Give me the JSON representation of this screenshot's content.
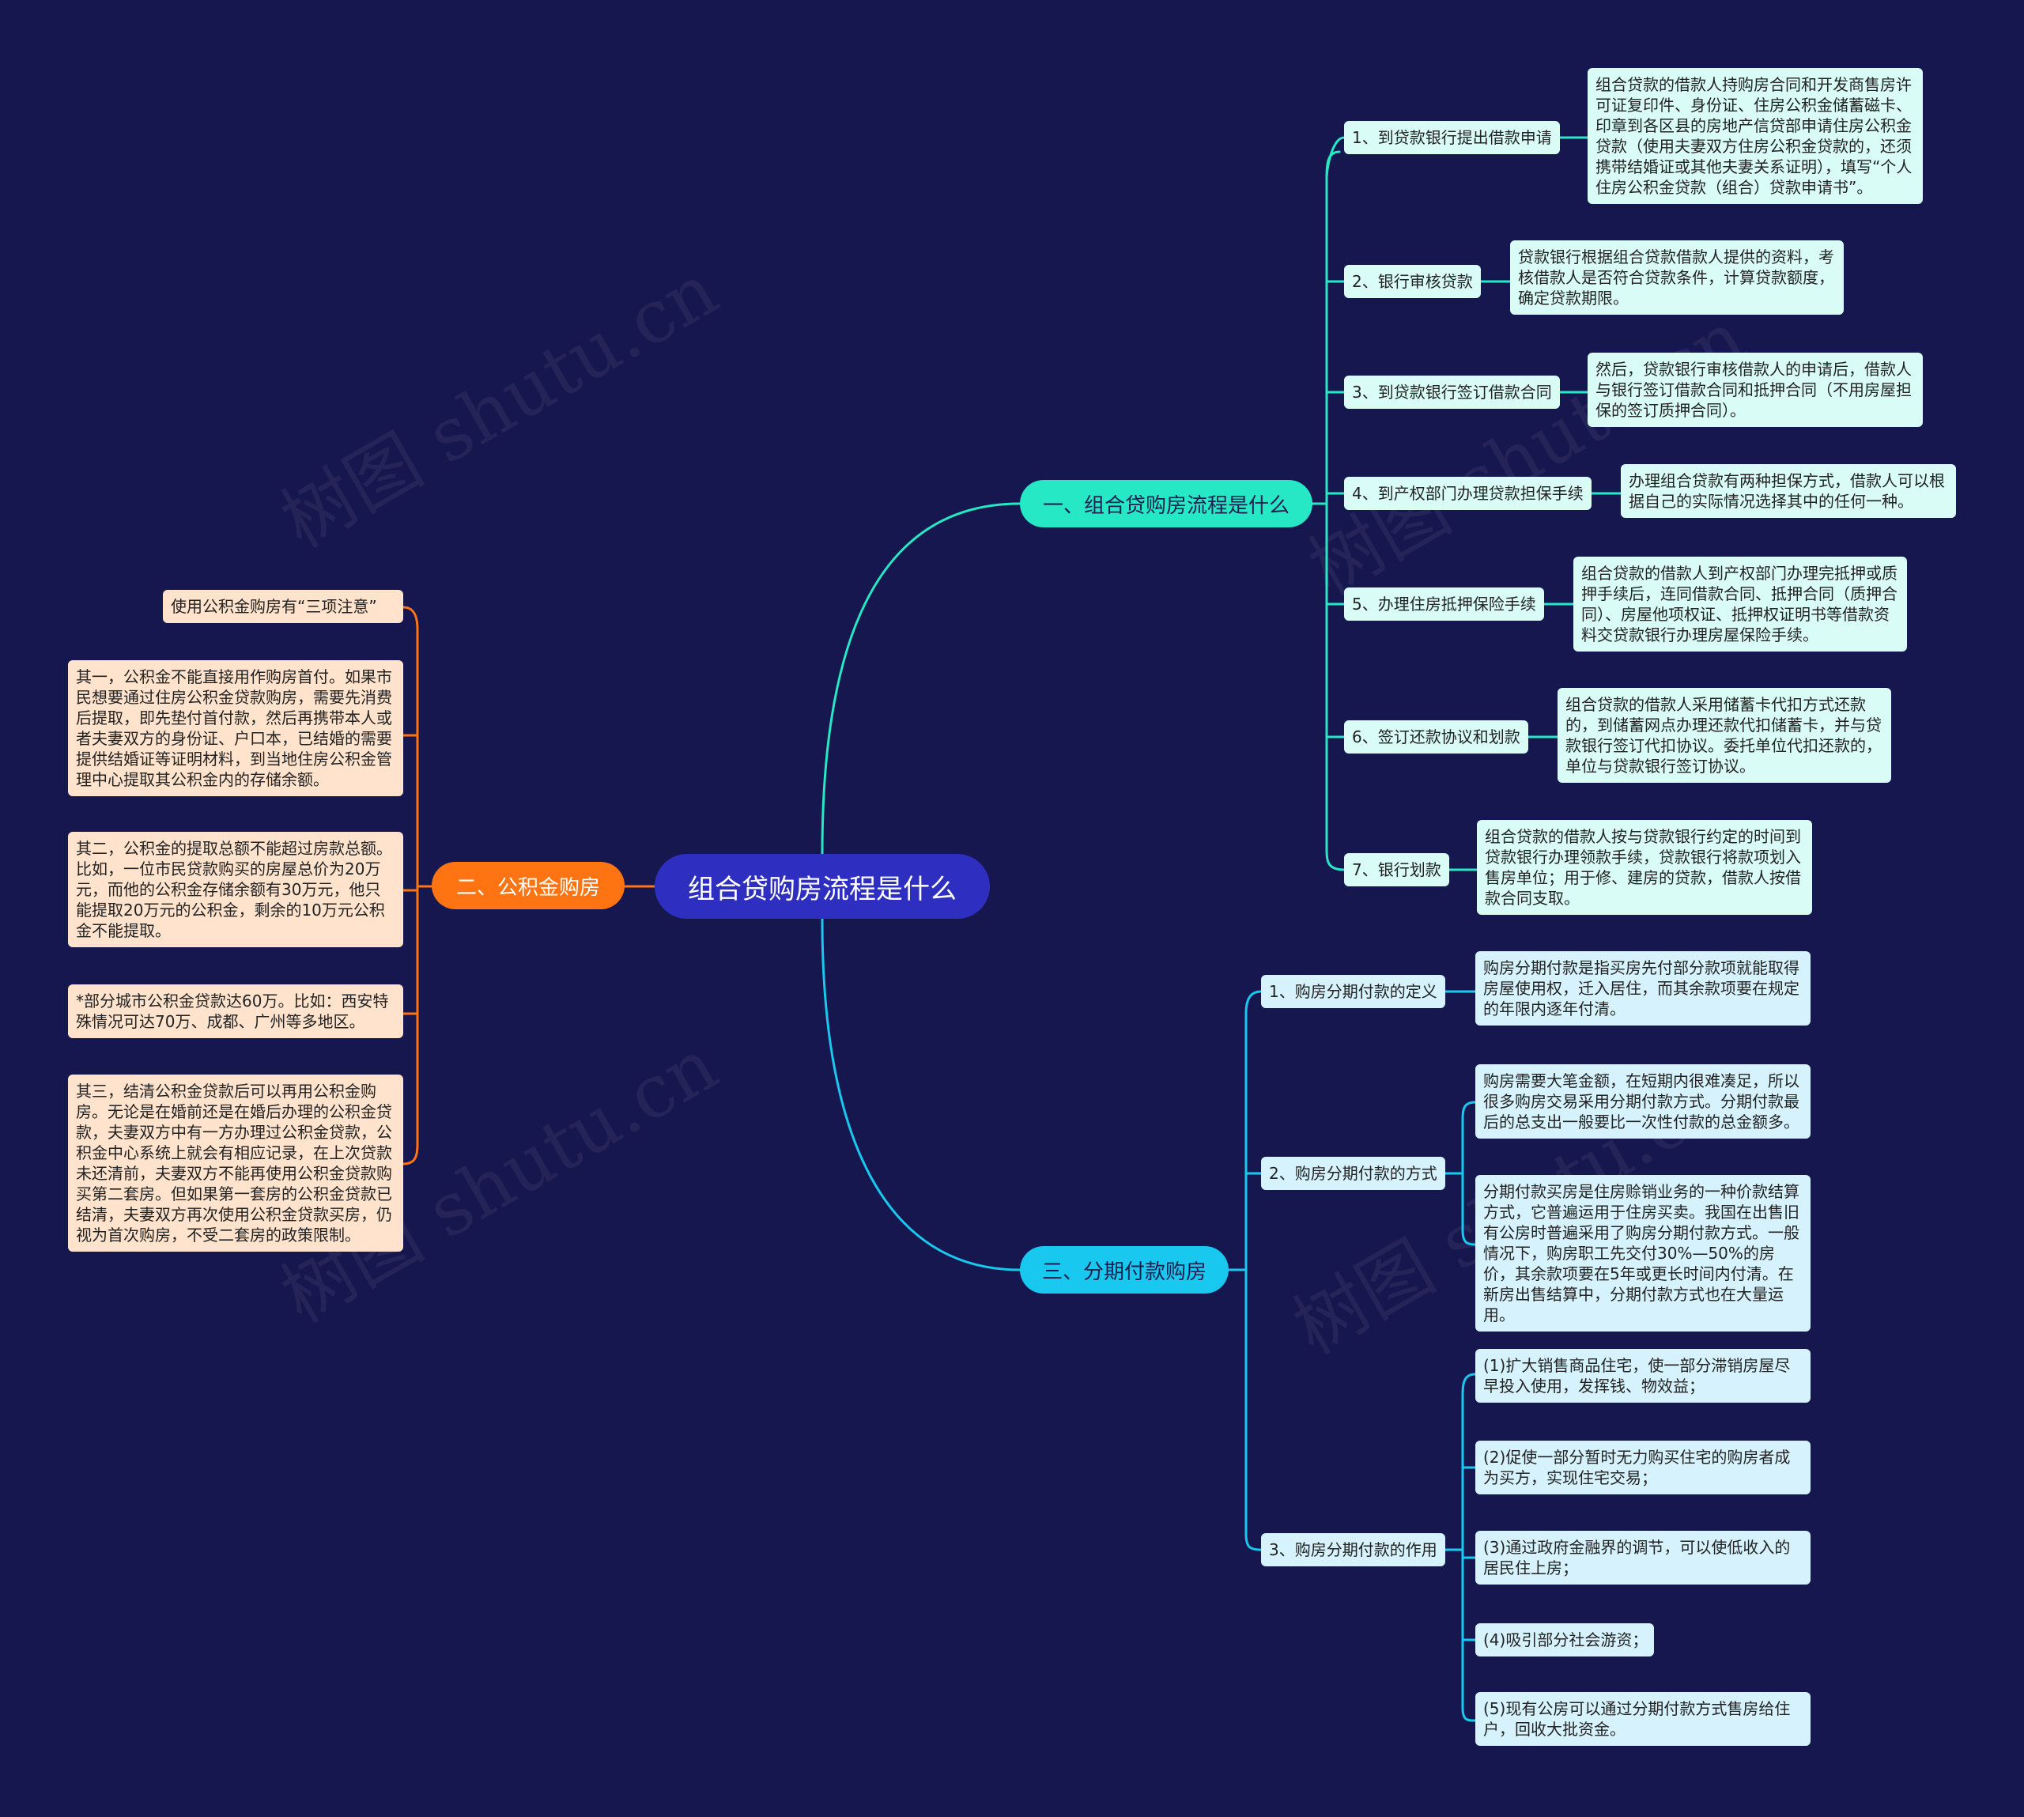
{
  "watermark": "树图 shutu.cn",
  "colors": {
    "background": "#17174f",
    "root": "#2e2fc0",
    "branch1": "#27e8c5",
    "branch2": "#ff7412",
    "branch3": "#18c8ee"
  },
  "root": {
    "label": "组合贷购房流程是什么"
  },
  "branch1": {
    "label": "一、组合贷购房流程是什么",
    "steps": [
      {
        "label": "1、到贷款银行提出借款申请",
        "detail": "组合贷款的借款人持购房合同和开发商售房许可证复印件、身份证、住房公积金储蓄磁卡、印章到各区县的房地产信贷部申请住房公积金贷款（使用夫妻双方住房公积金贷款的，还须携带结婚证或其他夫妻关系证明），填写“个人住房公积金贷款（组合）贷款申请书”。"
      },
      {
        "label": "2、银行审核贷款",
        "detail": "贷款银行根据组合贷款借款人提供的资料，考核借款人是否符合贷款条件，计算贷款额度，确定贷款期限。"
      },
      {
        "label": "3、到贷款银行签订借款合同",
        "detail": "然后，贷款银行审核借款人的申请后，借款人与银行签订借款合同和抵押合同（不用房屋担保的签订质押合同）。"
      },
      {
        "label": "4、到产权部门办理贷款担保手续",
        "detail": "办理组合贷款有两种担保方式，借款人可以根据自己的实际情况选择其中的任何一种。"
      },
      {
        "label": "5、办理住房抵押保险手续",
        "detail": "组合贷款的借款人到产权部门办理完抵押或质押手续后，连同借款合同、抵押合同（质押合同）、房屋他项权证、抵押权证明书等借款资料交贷款银行办理房屋保险手续。"
      },
      {
        "label": "6、签订还款协议和划款",
        "detail": "组合贷款的借款人采用储蓄卡代扣方式还款的，到储蓄网点办理还款代扣储蓄卡，并与贷款银行签订代扣协议。委托单位代扣还款的，单位与贷款银行签订协议。"
      },
      {
        "label": "7、银行划款",
        "detail": "组合贷款的借款人按与贷款银行约定的时间到贷款银行办理领款手续，贷款银行将款项划入售房单位；用于修、建房的贷款，借款人按借款合同支取。"
      }
    ]
  },
  "branch2": {
    "label": "二、公积金购房",
    "items": [
      "使用公积金购房有“三项注意”",
      "其一，公积金不能直接用作购房首付。如果市民想要通过住房公积金贷款购房，需要先消费后提取，即先垫付首付款，然后再携带本人或者夫妻双方的身份证、户口本，已结婚的需要提供结婚证等证明材料，到当地住房公积金管理中心提取其公积金内的存储余额。",
      "其二，公积金的提取总额不能超过房款总额。比如，一位市民贷款购买的房屋总价为20万元，而他的公积金存储余额有30万元，他只能提取20万元的公积金，剩余的10万元公积金不能提取。",
      "*部分城市公积金贷款达60万。比如：西安特殊情况可达70万、成都、广州等多地区。",
      "其三，结清公积金贷款后可以再用公积金购房。无论是在婚前还是在婚后办理的公积金贷款，夫妻双方中有一方办理过公积金贷款，公积金中心系统上就会有相应记录，在上次贷款未还清前，夫妻双方不能再使用公积金贷款购买第二套房。但如果第一套房的公积金贷款已结清，夫妻双方再次使用公积金贷款买房，仍视为首次购房，不受二套房的政策限制。"
    ]
  },
  "branch3": {
    "label": "三、分期付款购房",
    "subs": [
      {
        "label": "1、购房分期付款的定义",
        "details": [
          "购房分期付款是指买房先付部分款项就能取得房屋使用权，迁入居住，而其余款项要在规定的年限内逐年付清。"
        ]
      },
      {
        "label": "2、购房分期付款的方式",
        "details": [
          "购房需要大笔金额，在短期内很难凑足，所以很多购房交易采用分期付款方式。分期付款最后的总支出一般要比一次性付款的总金额多。",
          "分期付款买房是住房赊销业务的一种价款结算方式，它普遍运用于住房买卖。我国在出售旧有公房时普遍采用了购房分期付款方式。一般情况下，购房职工先交付30%—50%的房价，其余款项要在5年或更长时间内付清。在新房出售结算中，分期付款方式也在大量运用。"
        ]
      },
      {
        "label": "3、购房分期付款的作用",
        "details": [
          "(1)扩大销售商品住宅，使一部分滞销房屋尽早投入使用，发挥钱、物效益；",
          "(2)促使一部分暂时无力购买住宅的购房者成为买方，实现住宅交易；",
          "(3)通过政府金融界的调节，可以使低收入的居民住上房；",
          "(4)吸引部分社会游资；",
          "(5)现有公房可以通过分期付款方式售房给住户，回收大批资金。"
        ]
      }
    ]
  }
}
